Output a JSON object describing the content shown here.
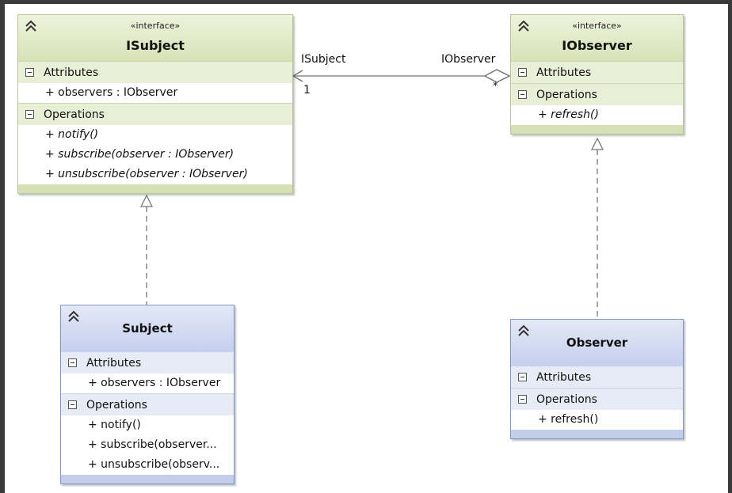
{
  "stereotype": "«interface»",
  "section_labels": {
    "attributes": "Attributes",
    "operations": "Operations"
  },
  "classes": {
    "isubject": {
      "name": "ISubject",
      "attributes": [
        "+ observers : IObserver"
      ],
      "operations": [
        "+ notify()",
        "+ subscribe(observer : IObserver)",
        "+ unsubscribe(observer : IObserver)"
      ]
    },
    "iobserver": {
      "name": "IObserver",
      "attributes": [],
      "operations": [
        "+ refresh()"
      ]
    },
    "subject": {
      "name": "Subject",
      "attributes": [
        "+ observers : IObserver"
      ],
      "operations": [
        "+ notify()",
        "+ subscribe(observer...",
        "+ unsubscribe(observ..."
      ]
    },
    "observer": {
      "name": "Observer",
      "attributes": [],
      "operations": [
        "+ refresh()"
      ]
    }
  },
  "association": {
    "source_role": "ISubject",
    "source_multiplicity": "1",
    "target_role": "IObserver",
    "target_multiplicity": "*"
  },
  "colors": {
    "interface_header": "#d7e2b7",
    "class_header": "#c5d0ee",
    "connector": "#888888"
  }
}
